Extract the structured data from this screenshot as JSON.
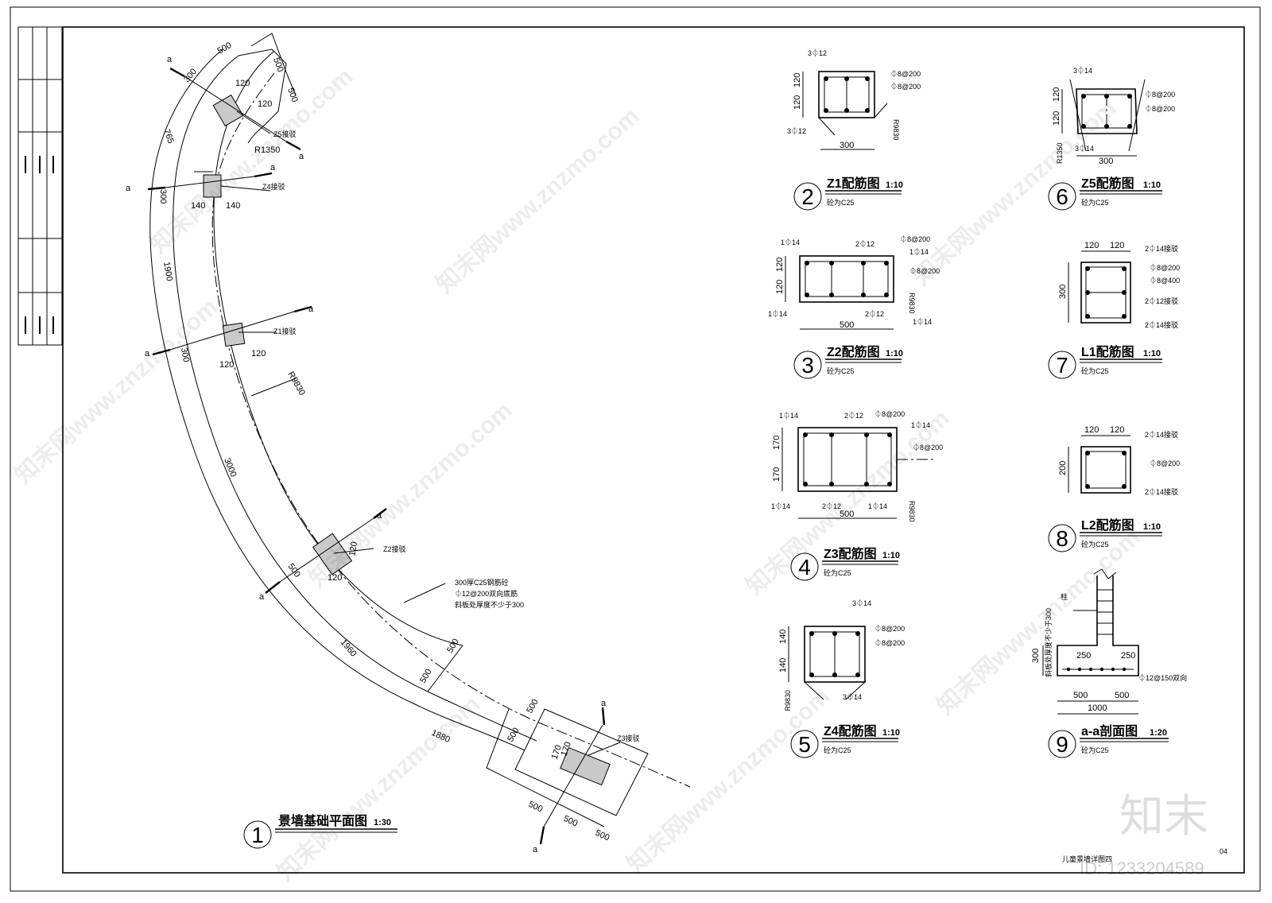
{
  "sheet": {
    "footer_title": "儿童景墙详图四",
    "page_number": "04"
  },
  "plan": {
    "number": "1",
    "title": "景墙基础平面图",
    "scale": "1:30",
    "section_mark": "a",
    "notes": [
      "300厚C25钢筋砼",
      "⏀12@200双向底筋",
      "斜板处厚度不少于300"
    ],
    "columns": [
      "Z1接驳",
      "Z2接驳",
      "Z3接驳",
      "Z4接驳",
      "Z5接驳"
    ],
    "dims": [
      "500",
      "500",
      "500",
      "300",
      "120",
      "120",
      "765",
      "R1350",
      "300",
      "140",
      "140",
      "1900",
      "300",
      "120",
      "120",
      "R9830",
      "3000",
      "500",
      "120",
      "120",
      "1960",
      "500",
      "500",
      "1880",
      "500",
      "500",
      "170",
      "170",
      "500",
      "500",
      "500",
      "300",
      "300"
    ]
  },
  "details": [
    {
      "number": "2",
      "title": "Z1配筋图",
      "scale": "1:10",
      "concrete": "砼为C25",
      "labels": [
        "3⏀12",
        "⏀8@200",
        "⏀8@200",
        "3⏀12",
        "R9830"
      ],
      "dims": [
        "120",
        "120",
        "300"
      ]
    },
    {
      "number": "3",
      "title": "Z2配筋图",
      "scale": "1:10",
      "concrete": "砼为C25",
      "labels": [
        "1⏀14",
        "2⏀12",
        "⏀8@200",
        "1⏀14",
        "⏀8@200",
        "R9830",
        "1⏀14",
        "2⏀12",
        "1⏀14"
      ],
      "dims": [
        "120",
        "120",
        "500"
      ]
    },
    {
      "number": "4",
      "title": "Z3配筋图",
      "scale": "1:10",
      "concrete": "砼为C25",
      "labels": [
        "1⏀14",
        "2⏀12",
        "⏀8@200",
        "1⏀14",
        "⏀8@200",
        "1⏀14",
        "2⏀12",
        "1⏀14",
        "R9830"
      ],
      "dims": [
        "170",
        "170",
        "500"
      ]
    },
    {
      "number": "5",
      "title": "Z4配筋图",
      "scale": "1:10",
      "concrete": "砼为C25",
      "labels": [
        "3⏀14",
        "⏀8@200",
        "⏀8@200",
        "3⏀14",
        "R9830"
      ],
      "dims": [
        "140",
        "140"
      ]
    },
    {
      "number": "6",
      "title": "Z5配筋图",
      "scale": "1:10",
      "concrete": "砼为C25",
      "labels": [
        "3⏀14",
        "⏀8@200",
        "⏀8@200",
        "3⏀14",
        "R1350"
      ],
      "dims": [
        "120",
        "120",
        "300"
      ]
    },
    {
      "number": "7",
      "title": "L1配筋图",
      "scale": "1:10",
      "concrete": "砼为C25",
      "labels": [
        "2⏀14接驳",
        "⏀8@200",
        "⏀8@400",
        "2⏀12接驳",
        "2⏀14接驳"
      ],
      "dims": [
        "120",
        "120",
        "300"
      ]
    },
    {
      "number": "8",
      "title": "L2配筋图",
      "scale": "1:10",
      "concrete": "砼为C25",
      "labels": [
        "2⏀14接驳",
        "⏀8@200",
        "2⏀14接驳"
      ],
      "dims": [
        "120",
        "120",
        "200"
      ]
    },
    {
      "number": "9",
      "title": "a-a剖面图",
      "scale": "1:20",
      "concrete": "砼为C25",
      "labels": [
        "柱",
        "斜板处厚度不少于300",
        "⏀12@150双向"
      ],
      "dims": [
        "300",
        "250",
        "250",
        "500",
        "500",
        "1000"
      ]
    }
  ],
  "watermark": {
    "text": "知末网www.znzmo.com",
    "logo": "知末",
    "id": "ID: 1233204589"
  }
}
